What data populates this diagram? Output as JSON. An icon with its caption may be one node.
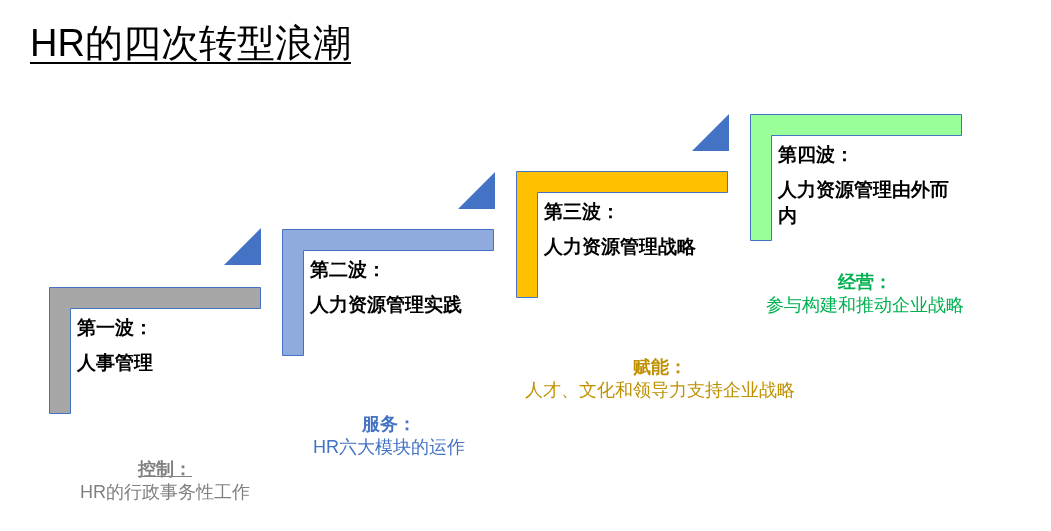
{
  "diagram": {
    "title": "HR的四次转型浪潮",
    "nodes": [
      {
        "text": [
          "第一波：",
          "人事管理"
        ],
        "beside": [
          "控制：",
          "HR的行政事务性工作"
        ]
      },
      {
        "text": [
          "第二波：",
          "人力资源管理实践"
        ],
        "beside": [
          "服务：",
          "HR六大模块的运作"
        ]
      },
      {
        "text": [
          "第三波：",
          "人力资源管理战略"
        ],
        "beside": [
          "赋能：",
          "人才、文化和领导力支持企业战略"
        ]
      },
      {
        "text": [
          "第四波：",
          "人力资源管理由外而内"
        ],
        "beside": [
          "经营：",
          "参与构建和推动企业战略"
        ]
      }
    ],
    "edges": []
  }
}
